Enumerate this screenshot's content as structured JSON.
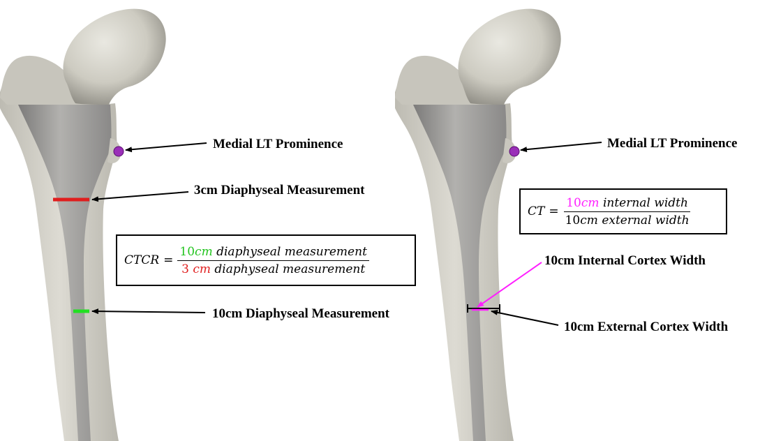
{
  "left_panel": {
    "labels": {
      "lt_prominence": "Medial LT Prominence",
      "three_cm": "3cm Diaphyseal Measurement",
      "ten_cm": "10cm Diaphyseal Measurement"
    },
    "formula": {
      "lhs": "CTCR",
      "equals": "=",
      "num_value": "10",
      "num_unit": "cm",
      "num_text": "diaphyseal measurement",
      "den_value": "3",
      "den_unit": "cm",
      "den_text": "diaphyseal measurement"
    }
  },
  "right_panel": {
    "labels": {
      "lt_prominence": "Medial LT Prominence",
      "internal": "10cm Internal Cortex Width",
      "external": "10cm External Cortex Width"
    },
    "formula": {
      "lhs": "CT",
      "equals": "=",
      "num_value": "10",
      "num_unit": "cm",
      "num_text": "internal width",
      "den_value": "10",
      "den_unit": "cm",
      "den_text": "external width"
    }
  },
  "colors": {
    "bone_outer": "#d8d6cd",
    "bone_cortex": "#cfcdc3",
    "bone_canal": "#9c9b9a",
    "lt_marker": "#9a2fb8",
    "three_cm_line": "#e01e1e",
    "ten_cm_line": "#22e022",
    "internal_width": "#ff1fff",
    "external_width": "#000000",
    "formula_green": "#22c41e",
    "formula_red": "#e01e1e",
    "formula_magenta": "#ff1fff"
  }
}
